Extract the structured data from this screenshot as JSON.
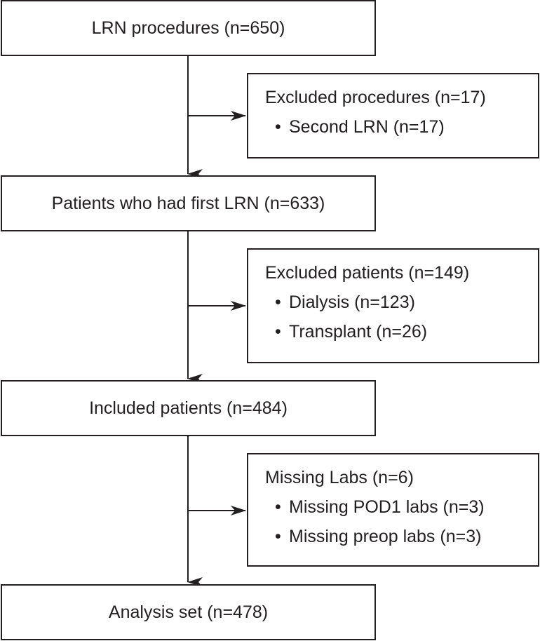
{
  "main_boxes": [
    {
      "label": "LRN procedures (n=650)"
    },
    {
      "label": "Patients who had first LRN (n=633)"
    },
    {
      "label": "Included patients (n=484)"
    },
    {
      "label": "Analysis set (n=478)"
    }
  ],
  "side_boxes": [
    {
      "title": "Excluded procedures (n=17)",
      "items": [
        "Second LRN (n=17)"
      ]
    },
    {
      "title": "Excluded patients (n=149)",
      "items": [
        "Dialysis (n=123)",
        "Transplant (n=26)"
      ]
    },
    {
      "title": "Missing Labs (n=6)",
      "items": [
        "Missing POD1 labs (n=3)",
        "Missing preop labs (n=3)"
      ]
    }
  ],
  "bullet": "•"
}
